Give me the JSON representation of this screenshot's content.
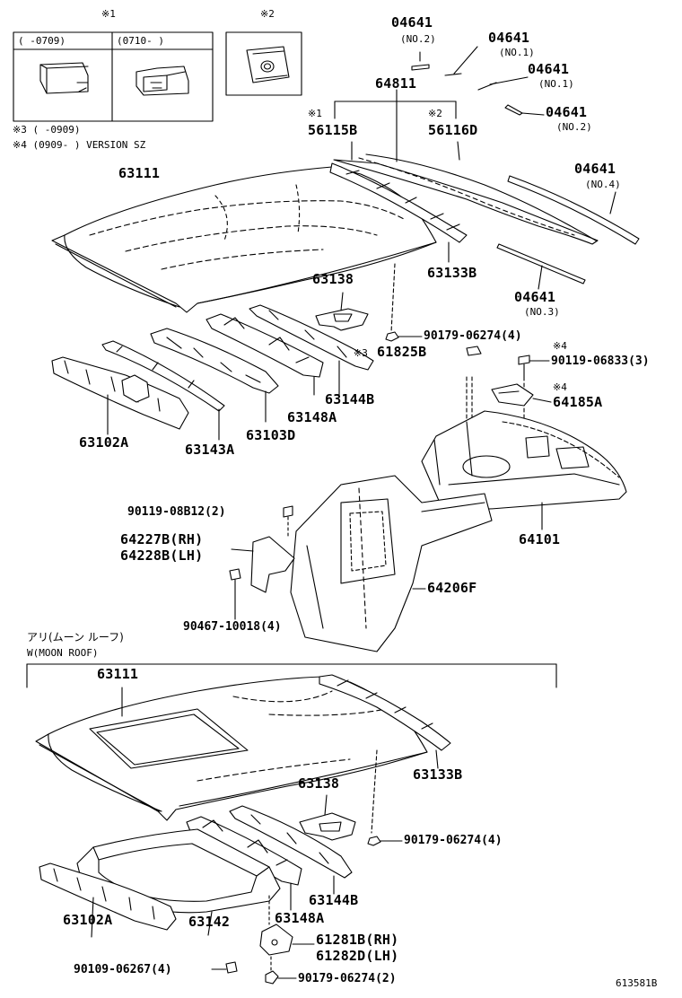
{
  "header_box": {
    "mark1": "※1",
    "mark2": "※2",
    "col_left": "(     -0709)",
    "col_right": "(0710-     )"
  },
  "notes": {
    "n3": "※3 (     -0909)",
    "n4": "※4 (0909-     ) VERSION SZ"
  },
  "parts_upper": {
    "p04641_no2_top": "04641",
    "p04641_no2_top_sub": "(NO.2)",
    "p04641_no1_a": "04641",
    "p04641_no1_a_sub": "(NO.1)",
    "p04641_no1_b": "04641",
    "p04641_no1_b_sub": "(NO.1)",
    "p04641_no2_b": "04641",
    "p04641_no2_b_sub": "(NO.2)",
    "p64811": "64811",
    "p56115b_mark": "※1",
    "p56115b": "56115B",
    "p56116d_mark": "※2",
    "p56116d": "56116D",
    "p63111": "63111",
    "p04641_no4": "04641",
    "p04641_no4_sub": "(NO.4)",
    "p63133b": "63133B",
    "p63138": "63138",
    "p04641_no3": "04641",
    "p04641_no3_sub": "(NO.3)",
    "p90179_a": "90179-06274(4)",
    "p61825b_mark": "※3",
    "p61825b": "61825B",
    "p90119_06833_mark": "※4",
    "p90119_06833": "90119-06833(3)",
    "p64185a_mark": "※4",
    "p64185a": "64185A",
    "p63144b": "63144B",
    "p63148a": "63148A",
    "p63102a": "63102A",
    "p63143a": "63143A",
    "p63103d": "63103D",
    "p90119_08b12": "90119-08B12(2)",
    "p64101": "64101",
    "p64227b": "64227B(RH)",
    "p64228b": "64228B(LH)",
    "p64206f": "64206F",
    "p90467": "90467-10018(4)"
  },
  "moon_roof": {
    "title_jp": "アリ(ムーン ルーフ)",
    "title_en": "W(MOON ROOF)",
    "p63111": "63111",
    "p63133b": "63133B",
    "p63138": "63138",
    "p90179_b": "90179-06274(4)",
    "p63144b": "63144B",
    "p63148a": "63148A",
    "p63102a": "63102A",
    "p63142": "63142",
    "p61281b": "61281B(RH)",
    "p61282d": "61282D(LH)",
    "p90109": "90109-06267(4)",
    "p90179_c": "90179-06274(2)"
  },
  "figure_id": "613581B"
}
